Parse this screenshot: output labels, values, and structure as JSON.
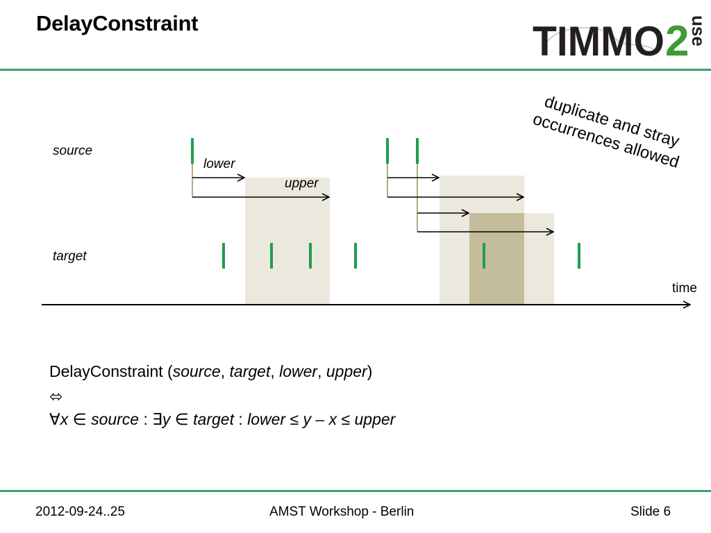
{
  "slide": {
    "title": "DelayConstraint",
    "brand_primary": "TIMMO",
    "brand_number": "2",
    "brand_suffix": "use"
  },
  "diagram": {
    "row_labels": {
      "source": "source",
      "target": "target"
    },
    "arrow_labels": {
      "lower": "lower",
      "upper": "upper"
    },
    "axis_label": "time",
    "annotation_line1": "duplicate and stray",
    "annotation_line2": "occurrences allowed"
  },
  "formula": {
    "line1_name": "DelayConstraint (",
    "line1_source": "source",
    "line1_sep1": ", ",
    "line1_target": "target",
    "line1_sep2": ", ",
    "line1_lower": "lower",
    "line1_sep3": ", ",
    "line1_upper": "upper",
    "line1_close": ")",
    "line2_equiv": "⬄",
    "line3_forall": "∀",
    "line3_x": "x",
    "line3_in1": " ∈ ",
    "line3_source": "source",
    "line3_colon1": " : ",
    "line3_exists": "∃",
    "line3_y": "y",
    "line3_in2": " ∈ ",
    "line3_target": "target",
    "line3_colon2": " : ",
    "line3_expr": "lower ≤ y – x ≤ upper"
  },
  "footer": {
    "date": "2012-09-24..25",
    "event": "AMST Workshop - Berlin",
    "slide_number": "Slide 6"
  },
  "colors": {
    "accent_green": "#3aa36a",
    "event_green": "#1f9e4d",
    "window_light": "#ebe8de",
    "window_dark": "#c4bd9c",
    "logo_dark": "#231f20",
    "logo_green": "#3f9c35"
  }
}
